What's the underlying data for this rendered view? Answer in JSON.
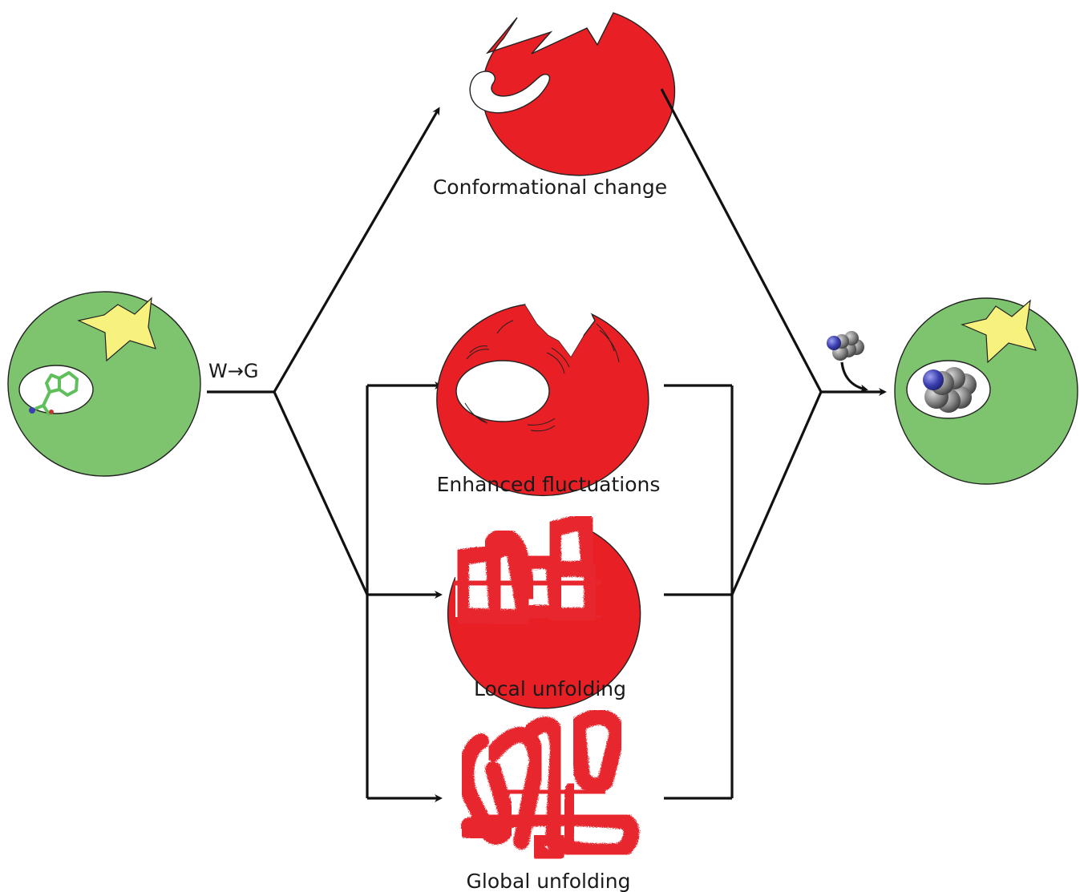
{
  "mutation_label": "W→G",
  "pathways": {
    "conformational_change": "Conformational change",
    "enhanced_fluctuations": "Enhanced fluctuations",
    "local_unfolding": "Local unfolding",
    "global_unfolding": "Global unfolding"
  },
  "colors": {
    "folded_protein": "#7ec46f",
    "star": "#f7f27e",
    "perturbed_protein": "#e81f25",
    "ligand_atom": "#808080",
    "ligand_nitrogen": "#3b3fb0",
    "side_chain": "#5fbf5a"
  },
  "icons": {
    "ligand": "ligand-molecule-icon",
    "side_chain": "tryptophan-side-chain-icon",
    "star": "star-icon"
  }
}
